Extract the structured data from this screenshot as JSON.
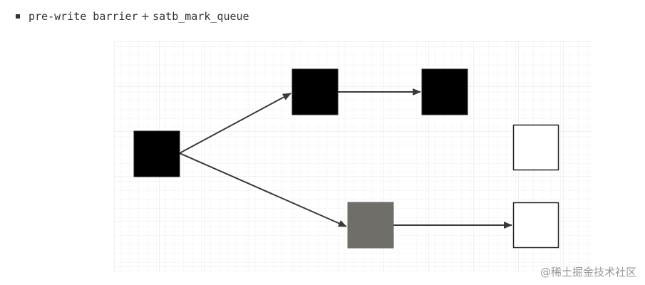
{
  "bullet": {
    "left_text": "pre-write barrier",
    "separator": "+",
    "right_text": "satb_mark_queue"
  },
  "colors": {
    "black_node": "#000000",
    "gray_node": "#6f6e69",
    "white_node": "#ffffff",
    "edge": "#3a3a3a",
    "grid": "#e9e9e9"
  },
  "watermark": "@稀土掘金技术社区"
}
